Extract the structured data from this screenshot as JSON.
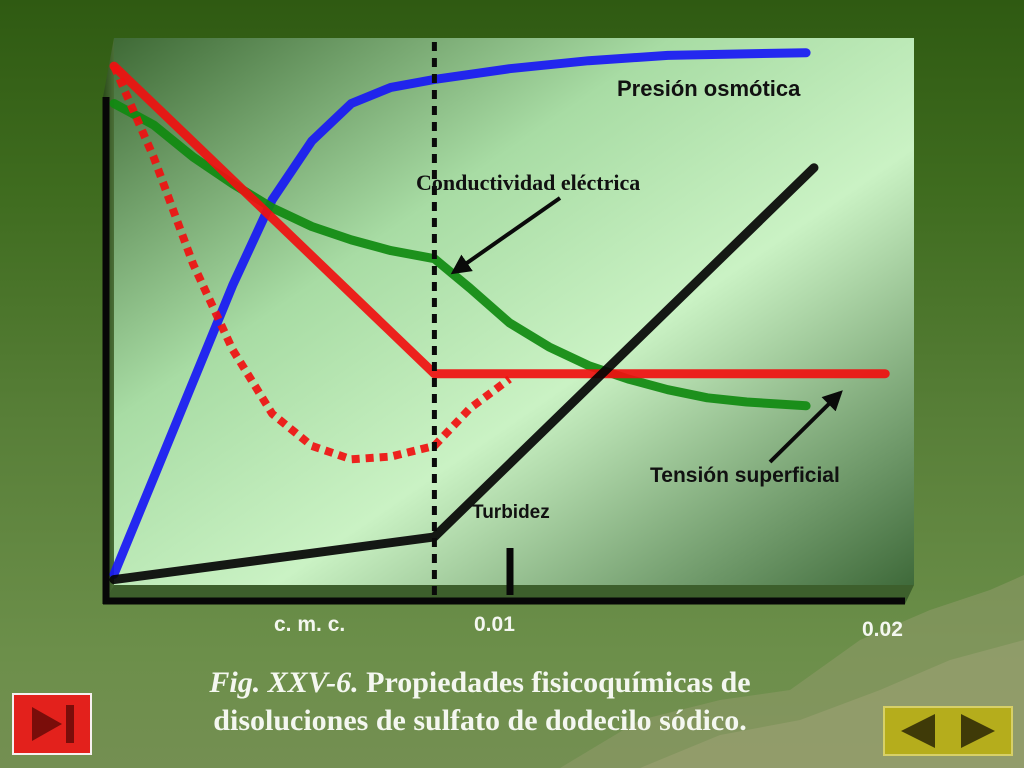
{
  "chart_data": {
    "type": "line",
    "x_ticks": [
      {
        "x": 0.0081,
        "label": "c. m. c."
      },
      {
        "x": 0.01,
        "label": "0.01"
      },
      {
        "x": 0.02,
        "label": "0.02"
      }
    ],
    "xlim": [
      0,
      0.02
    ],
    "ylim": [
      0,
      1
    ],
    "cmc": 0.0081,
    "series": [
      {
        "name": "Presión osmótica",
        "color": "#1818f5",
        "style": "solid",
        "x": [
          0,
          0.001,
          0.002,
          0.003,
          0.004,
          0.005,
          0.006,
          0.007,
          0.0081,
          0.01,
          0.012,
          0.014,
          0.0175
        ],
        "y": [
          0.02,
          0.2,
          0.38,
          0.56,
          0.72,
          0.83,
          0.9,
          0.93,
          0.945,
          0.965,
          0.98,
          0.99,
          0.995
        ]
      },
      {
        "name": "Conductividad eléctrica",
        "color": "#108a10",
        "style": "solid",
        "x": [
          0,
          0.001,
          0.002,
          0.003,
          0.004,
          0.005,
          0.006,
          0.007,
          0.0081,
          0.009,
          0.01,
          0.011,
          0.012,
          0.013,
          0.014,
          0.015,
          0.016,
          0.0175
        ],
        "y": [
          0.9,
          0.86,
          0.8,
          0.75,
          0.705,
          0.67,
          0.645,
          0.625,
          0.61,
          0.555,
          0.49,
          0.445,
          0.41,
          0.385,
          0.365,
          0.35,
          0.342,
          0.335
        ]
      },
      {
        "name": "Tensión superficial",
        "color": "#f01010",
        "style": "solid",
        "x": [
          0,
          0.0081,
          0.0195
        ],
        "y": [
          0.97,
          0.395,
          0.395
        ]
      },
      {
        "name": "",
        "color": "#f01010",
        "style": "dashed",
        "x": [
          0,
          0.001,
          0.002,
          0.003,
          0.004,
          0.005,
          0.006,
          0.007,
          0.0081,
          0.009,
          0.01
        ],
        "y": [
          0.97,
          0.8,
          0.6,
          0.44,
          0.32,
          0.26,
          0.235,
          0.24,
          0.26,
          0.33,
          0.385
        ]
      },
      {
        "name": "Turbidez",
        "color": "#050505",
        "style": "solid",
        "x": [
          0,
          0.0081,
          0.0177
        ],
        "y": [
          0.01,
          0.09,
          0.78
        ]
      }
    ]
  },
  "labels": {
    "presion": "Presión osmótica",
    "conductividad": "Conductividad eléctrica",
    "tension": "Tensión superficial",
    "turbidez": "Turbidez"
  },
  "caption": {
    "fig": "Fig. XXV-6.",
    "text": "Propiedades fisicoquímicas de disoluciones de sulfato de dodecilo sódico."
  },
  "colors": {
    "end_button": "#e3211c",
    "nav_group": "#b5ad1c"
  },
  "icons": {
    "end": "end-icon",
    "prev": "prev-icon",
    "next": "next-icon"
  }
}
